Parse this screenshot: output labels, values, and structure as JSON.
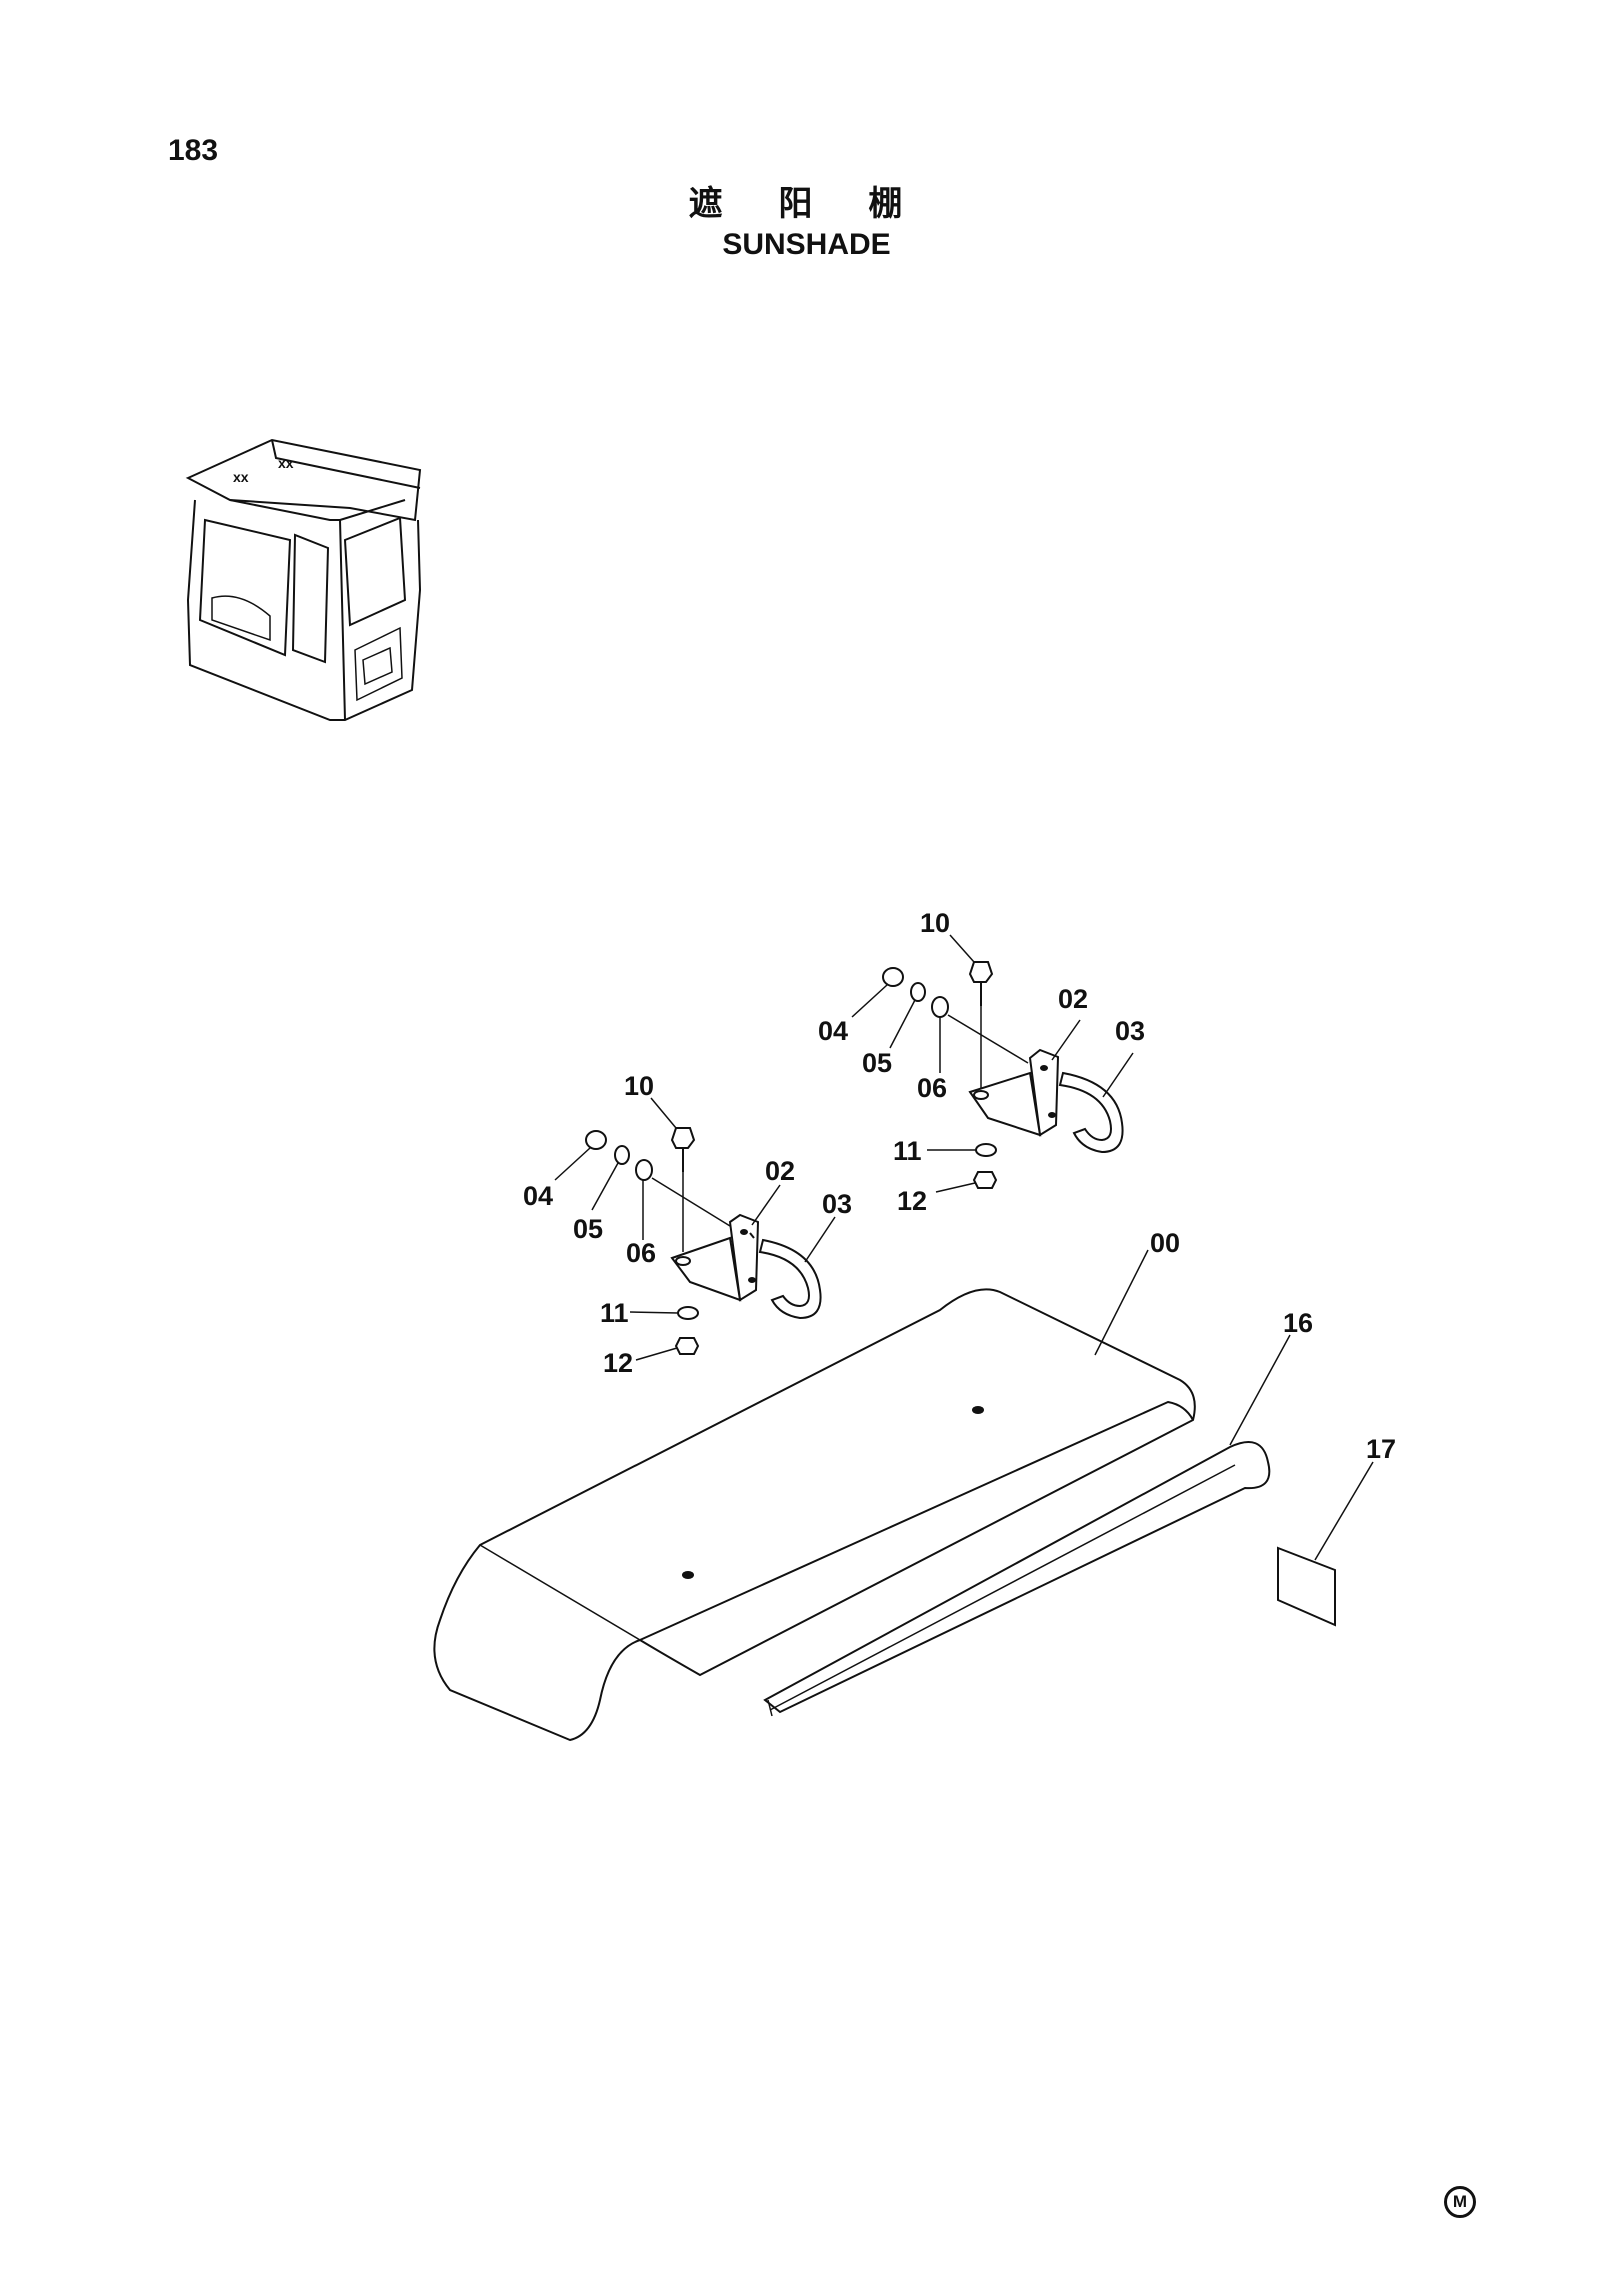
{
  "page": {
    "number": "183"
  },
  "title": {
    "chinese": "遮 阳 棚",
    "english": "SUNSHADE"
  },
  "callouts": {
    "p00": "00",
    "p02a": "02",
    "p03a": "03",
    "p04a": "04",
    "p05a": "05",
    "p06a": "06",
    "p10a": "10",
    "p11a": "11",
    "p12a": "12",
    "p02b": "02",
    "p03b": "03",
    "p04b": "04",
    "p05b": "05",
    "p06b": "06",
    "p10b": "10",
    "p11b": "11",
    "p12b": "12",
    "p16": "16",
    "p17": "17"
  },
  "mark": {
    "symbol": "M"
  },
  "icons": [
    "cab-overview-icon",
    "sunshade-panel-icon",
    "bracket-icon",
    "bolt-icon",
    "washer-icon",
    "nut-icon",
    "j-hook-icon",
    "trim-strip-icon",
    "label-plate-icon"
  ]
}
